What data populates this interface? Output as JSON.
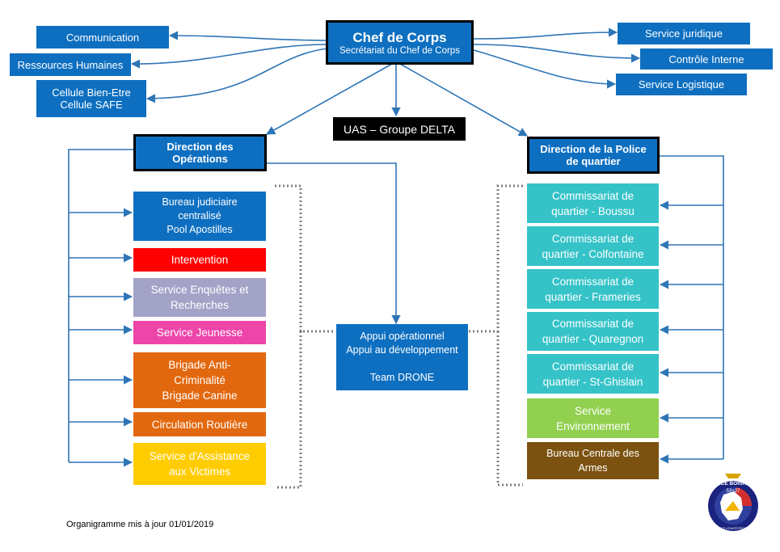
{
  "top": {
    "title": "Chef de Corps",
    "subtitle": "Secrétariat du Chef de Corps"
  },
  "left_services": [
    "Communication",
    "Ressources Humaines",
    "Cellule Bien-Etre",
    "Cellule SAFE"
  ],
  "right_services": [
    "Service juridique",
    "Contrôle Interne",
    "Service Logistique"
  ],
  "uas": "UAS – Groupe DELTA",
  "dir_ops": {
    "line1": "Direction des",
    "line2": "Opérations"
  },
  "dir_police": {
    "line1": "Direction de la Police",
    "line2": "de quartier"
  },
  "ops_units": {
    "bureau": [
      "Bureau judiciaire",
      "centralisé",
      "Pool Apostilles"
    ],
    "intervention": "Intervention",
    "enquetes": [
      "Service Enquêtes et",
      "Recherches"
    ],
    "jeunesse": "Service Jeunesse",
    "brigade": [
      "Brigade Anti-",
      "Criminalité",
      "Brigade Canine"
    ],
    "circulation": "Circulation Routière",
    "assistance": [
      "Service d'Assistance",
      "aux Victimes"
    ]
  },
  "support": {
    "line1": "Appui opérationnel",
    "line2": "Appui au développement",
    "line3": "Team DRONE"
  },
  "police_units": {
    "boussu": [
      "Commissariat de",
      "quartier - Boussu"
    ],
    "colfontaine": [
      "Commissariat de",
      "quartier - Colfontaine"
    ],
    "frameries": [
      "Commissariat de",
      "quartier - Frameries"
    ],
    "quaregnon": [
      "Commissariat de",
      "quartier - Quaregnon"
    ],
    "stghislain": [
      "Commissariat de",
      "quartier - St-Ghislain"
    ],
    "environnement": [
      "Service",
      "Environnement"
    ],
    "armes": [
      "Bureau Centrale des",
      "Armes"
    ]
  },
  "footer": "Organigramme mis à jour 01/01/2019",
  "badge": {
    "top_text": "POLICE BORINAGE",
    "zone_number": "53+27",
    "bottom_text": "SERVICE LOYAUTÉ PROXIMITÉ"
  },
  "colors": {
    "blue": "#0E6FC0",
    "red": "#FF0000",
    "lavender": "#A3A3C8",
    "pink": "#EE45A9",
    "orange": "#E2680F",
    "yellow": "#FFCC00",
    "teal": "#35C3C8",
    "green": "#92D050",
    "brown": "#7C5210",
    "line": "#2E75B6",
    "dotted": "#7F7F7F"
  }
}
